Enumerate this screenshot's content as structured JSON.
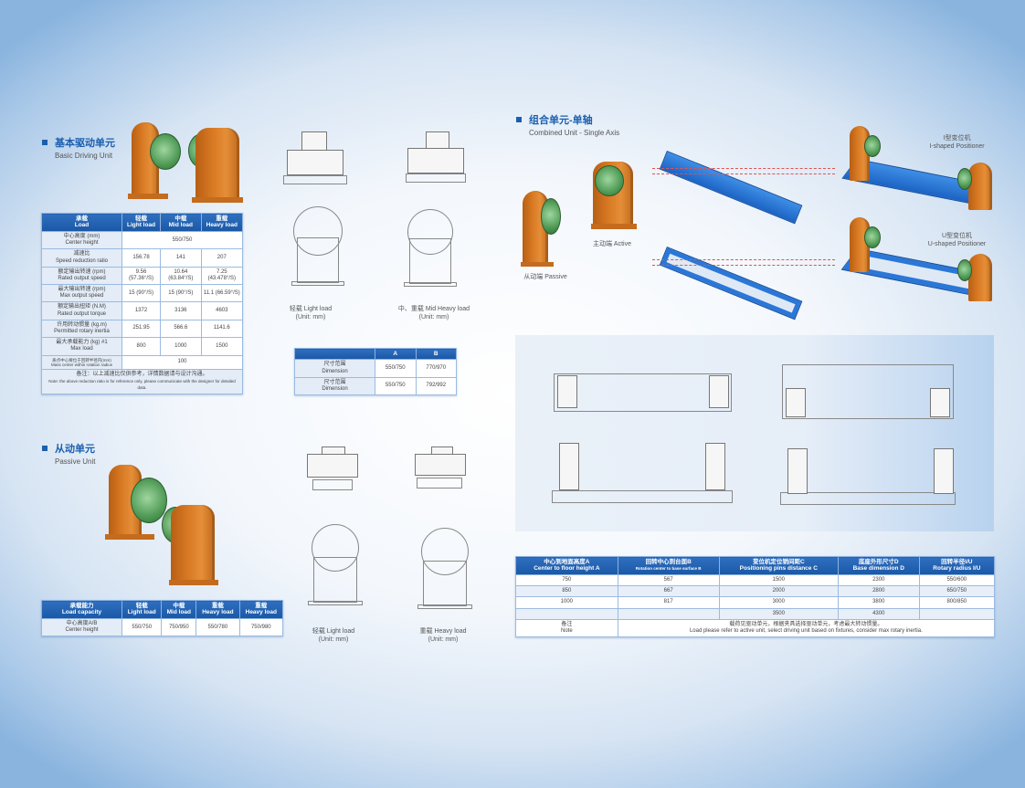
{
  "basic_driving_unit": {
    "title_cn": "基本驱动单元",
    "title_en": "Basic Driving Unit",
    "table": {
      "headers": [
        {
          "cn": "承载",
          "en": "Load"
        },
        {
          "cn": "轻载",
          "en": "Light load"
        },
        {
          "cn": "中载",
          "en": "Mid load"
        },
        {
          "cn": "重载",
          "en": "Heavy load"
        }
      ],
      "rows": [
        {
          "label_cn": "中心高度 (mm)",
          "label_en": "Center height",
          "merged": "550/750"
        },
        {
          "label_cn": "减速比",
          "label_en": "Speed reduction ratio",
          "values": [
            "156.78",
            "141",
            "207"
          ]
        },
        {
          "label_cn": "额定输出转速 (rpm)",
          "label_en": "Rated output speed",
          "values": [
            "9.56 (57.36°/S)",
            "10.64 (63.84°/S)",
            "7.25 (43.478°/S)"
          ]
        },
        {
          "label_cn": "最大输出转速 (rpm)",
          "label_en": "Max output speed",
          "values": [
            "15 (90°/S)",
            "15 (90°/S)",
            "11.1 (66.59°/S)"
          ]
        },
        {
          "label_cn": "额定输出扭矩 (N.M)",
          "label_en": "Rated output torque",
          "values": [
            "1372",
            "3136",
            "4603"
          ]
        },
        {
          "label_cn": "许用转动惯量 (kg.m)",
          "label_en": "Permitted rotary inertia",
          "values": [
            "251.95",
            "566.6",
            "1141.6"
          ]
        },
        {
          "label_cn": "最大承载能力 (kg) #1",
          "label_en": "Max load",
          "values": [
            "800",
            "1000",
            "1500"
          ]
        },
        {
          "label_cn": "质点中心要位于回转半径内(mm)",
          "label_en": "Mass center within rotation radius",
          "merged": "100"
        }
      ],
      "note_cn": "备注：以上减速比仅供参考，详情数据请与设计沟通。",
      "note_en": "Note: the above reduction ratio is for reference only, please communicate with the designer for detailed data."
    },
    "drawings": [
      {
        "caption_cn": "轻载 Light load",
        "caption_unit": "(Unit: mm)"
      },
      {
        "caption_cn": "中、重载 Mid Heavy load",
        "caption_unit": "(Unit: mm)"
      }
    ],
    "dimension_table": {
      "headers": [
        "",
        "A",
        "B"
      ],
      "rows": [
        {
          "label_cn": "尺寸范围",
          "label_en": "Dimension",
          "a": "550/750",
          "b": "770/970"
        },
        {
          "label_cn": "尺寸范围",
          "label_en": "Dimension",
          "a": "550/750",
          "b": "792/992"
        }
      ]
    }
  },
  "passive_unit": {
    "title_cn": "从动单元",
    "title_en": "Passive Unit",
    "table": {
      "headers": [
        {
          "cn": "承载能力",
          "en": "Load capacity"
        },
        {
          "cn": "轻载",
          "en": "Light load"
        },
        {
          "cn": "中载",
          "en": "Mid load"
        },
        {
          "cn": "重载",
          "en": "Heavy load"
        },
        {
          "cn": "重载",
          "en": "Heavy load"
        }
      ],
      "rows": [
        {
          "label_cn": "中心高度A/B",
          "label_en": "Center height",
          "values": [
            "550/750",
            "750/950",
            "550/780",
            "750/980"
          ]
        }
      ]
    },
    "drawings": [
      {
        "caption_cn": "轻载 Light load",
        "caption_unit": "(Unit: mm)"
      },
      {
        "caption_cn": "重载 Heavy load",
        "caption_unit": "(Unit: mm)"
      }
    ]
  },
  "combined_unit": {
    "title_cn": "组合单元-单轴",
    "title_en": "Combined Unit - Single Axis",
    "labels": {
      "passive": "从动端  Passive",
      "active": "主动端  Active",
      "i_shaped_cn": "I型变位机",
      "i_shaped_en": "I-shaped Positioner",
      "u_shaped_cn": "U型变位机",
      "u_shaped_en": "U-shaped Positioner"
    },
    "table": {
      "headers": [
        {
          "cn": "中心到地面高度A",
          "en": "Center to floor height A"
        },
        {
          "cn": "回转中心到台面B",
          "en": "Rotation center to base surface B"
        },
        {
          "cn": "变位机定位销间距C",
          "en": "Positioning pins distance C"
        },
        {
          "cn": "底座外形尺寸D",
          "en": "Base dimension D"
        },
        {
          "cn": "回转半径I/U",
          "en": "Rotary radius I/U"
        }
      ],
      "rows": [
        [
          "750",
          "567",
          "1500",
          "2300",
          "550/600"
        ],
        [
          "850",
          "667",
          "2000",
          "2800",
          "650/750"
        ],
        [
          "1000",
          "817",
          "3000",
          "3800",
          "800/850"
        ],
        [
          "",
          "",
          "3500",
          "4300",
          ""
        ]
      ],
      "note_label_cn": "备注",
      "note_label_en": "Note",
      "note_cn": "载荷见驱动单元，根据夹具选择驱动单元，考虑最大转动惯量。",
      "note_en": "Load please refer to active unit, select driving unit based on fixtures, consider max rotary inertia."
    }
  },
  "colors": {
    "accent_blue": "#1b5fae",
    "table_header": "#2263b3",
    "unit_orange": "#d97a24",
    "disc_green": "#4f9a55",
    "beam_blue": "#2a77d8",
    "dash_red": "#e05252"
  }
}
